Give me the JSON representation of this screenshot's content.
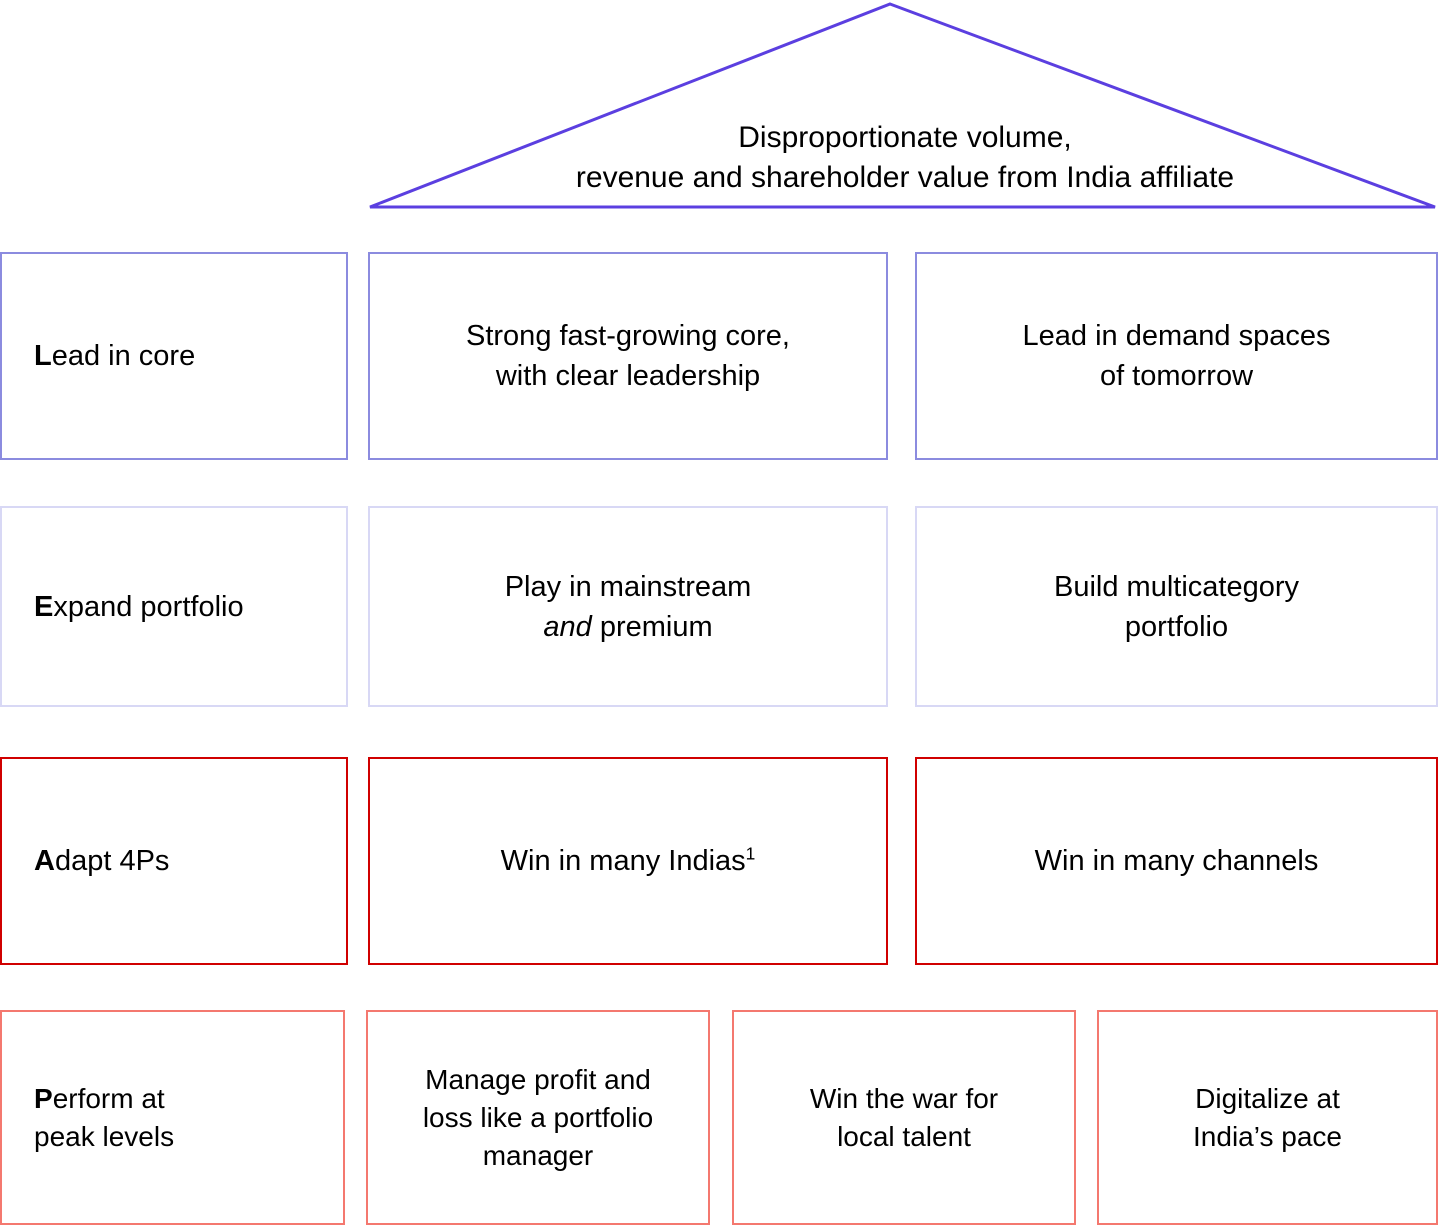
{
  "diagram": {
    "type": "framework-house",
    "roof": {
      "label": "aspiration-banner",
      "line1": "Disproportionate volume,",
      "line2": "revenue and shareholder value from India affiliate",
      "border_color": "#5b3fe0"
    },
    "rows": [
      {
        "id": "lead",
        "border_color": "#8b8bdf",
        "label_initial": "L",
        "label_rest": "ead in core",
        "cells": [
          {
            "line1": "Strong fast-growing core,",
            "line2": "with clear leadership"
          },
          {
            "line1": "Lead in demand spaces",
            "line2": "of tomorrow"
          }
        ]
      },
      {
        "id": "expand",
        "border_color": "#d8d8f5",
        "label_initial": "E",
        "label_rest": "xpand portfolio",
        "cells": [
          {
            "line1": "Play in mainstream",
            "line2_italic": "and",
            "line2_rest": " premium"
          },
          {
            "line1": "Build multicategory",
            "line2": "portfolio"
          }
        ]
      },
      {
        "id": "adapt",
        "border_color": "#d00000",
        "label_initial": "A",
        "label_rest": "dapt 4Ps",
        "cells": [
          {
            "line1": "Win in many Indias",
            "superscript": "1"
          },
          {
            "line1": "Win in many channels"
          }
        ]
      },
      {
        "id": "perform",
        "border_color": "#f4786f",
        "label_initial": "P",
        "label_rest_line1": "erform at",
        "label_rest_line2": "peak levels",
        "cells": [
          {
            "line1": "Manage profit and",
            "line2": "loss like a portfolio",
            "line3": "manager"
          },
          {
            "line1": "Win the war for",
            "line2": "local talent"
          },
          {
            "line1": "Digitalize at",
            "line2": "India’s pace"
          }
        ]
      }
    ]
  }
}
